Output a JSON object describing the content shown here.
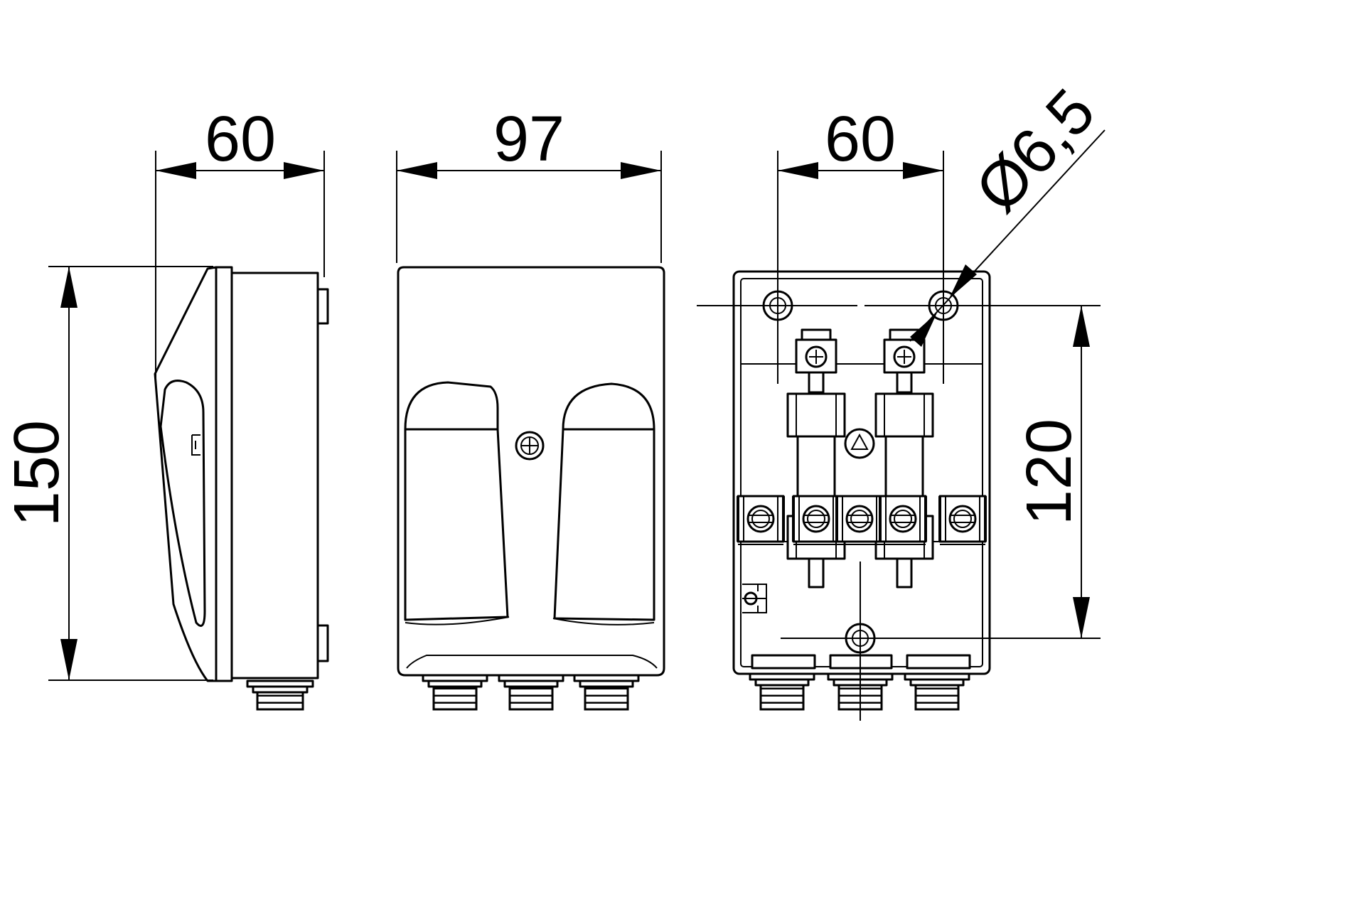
{
  "dimensions": {
    "side_depth": "60",
    "front_width": "97",
    "back_hole_spacing": "60",
    "hole_diameter": "Ø6,5",
    "overall_height": "150",
    "hole_vertical_spacing": "120"
  }
}
